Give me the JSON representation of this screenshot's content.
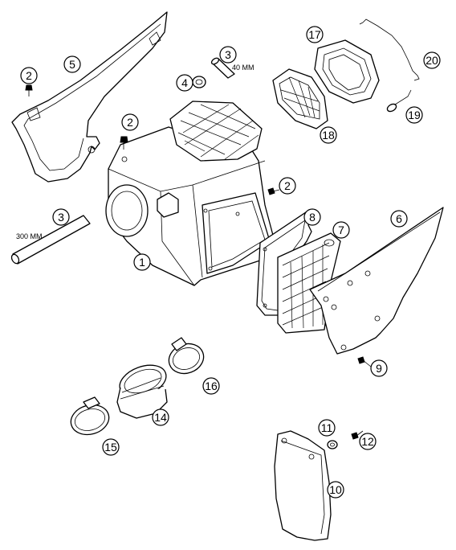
{
  "diagram": {
    "callouts": {
      "c1": "1",
      "c2a": "2",
      "c2b": "2",
      "c2c": "2",
      "c3a": "3",
      "c3b": "3",
      "c4": "4",
      "c5": "5",
      "c6": "6",
      "c7": "7",
      "c8": "8",
      "c9": "9",
      "c10": "10",
      "c11": "11",
      "c12": "12",
      "c14": "14",
      "c15": "15",
      "c16": "16",
      "c17": "17",
      "c18": "18",
      "c19": "19",
      "c20": "20"
    },
    "dimensions": {
      "hose_short": "40 MM",
      "hose_long": "300 MM"
    }
  }
}
